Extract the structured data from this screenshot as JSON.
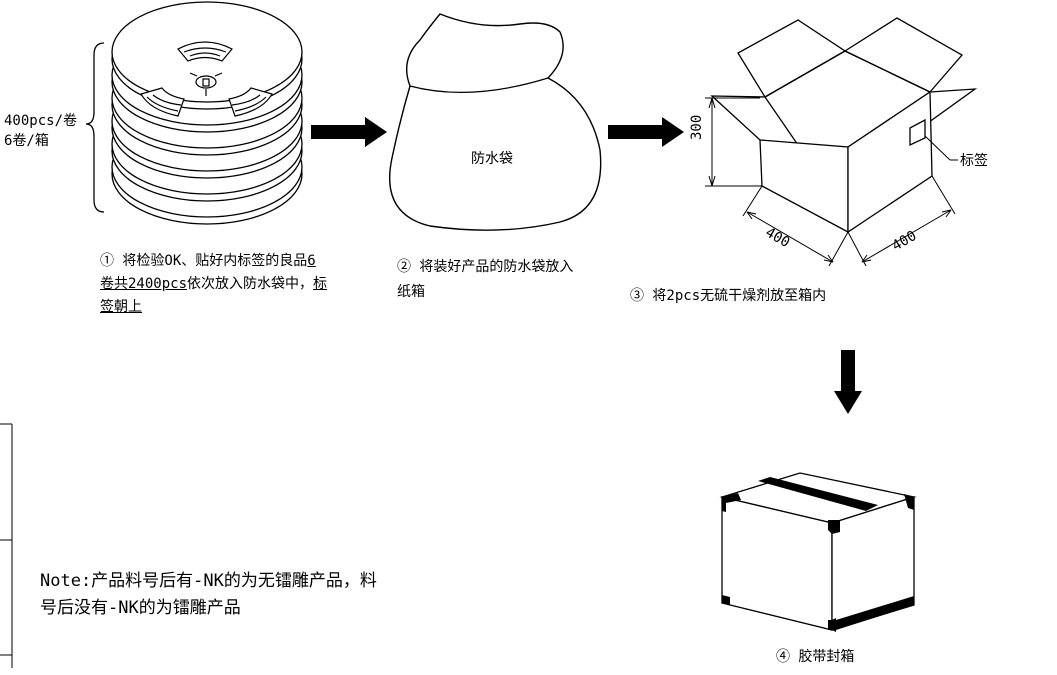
{
  "stack": {
    "qty_per_reel": "400pcs/卷",
    "reels_per_box": "6卷/箱"
  },
  "bag_label": "防水袋",
  "box_dimensions": {
    "height": "300",
    "length": "400",
    "width": "400"
  },
  "box_tag_label": "标签",
  "steps": {
    "step1": {
      "prefix": "① 将检验OK、贴好内标签的良品",
      "u1": "6",
      "u2": "卷共2400pcs",
      "mid": "依次放入防水袋中，",
      "u3": "标",
      "u4": "签朝上"
    },
    "step2": {
      "line1": "② 将装好产品的防水袋放入",
      "line2": "纸箱"
    },
    "step3": "③ 将2pcs无硫干燥剂放至箱内",
    "step4": "④ 胶带封箱"
  },
  "note": {
    "line1": "Note:产品料号后有-NK的为无镭雕产品，料",
    "line2": "号后没有-NK的为镭雕产品"
  }
}
